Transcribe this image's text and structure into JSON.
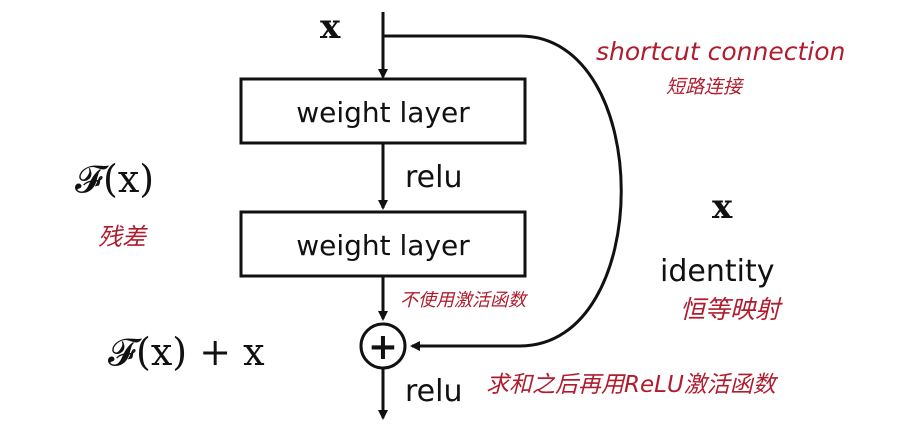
{
  "colors": {
    "ink": "#111111",
    "annotation": "#b01c2e",
    "background": "#ffffff"
  },
  "input_label": "x",
  "blocks": {
    "weight_layer_1": "weight layer",
    "weight_layer_2": "weight layer"
  },
  "activations": {
    "relu_middle": "relu",
    "relu_output": "relu"
  },
  "residual": {
    "formula": "𝓕(x)",
    "note": "残差"
  },
  "sum": {
    "formula": "𝓕(x) + x",
    "symbol": "+"
  },
  "shortcut": {
    "label_en": "shortcut connection",
    "label_zh": "短路连接",
    "x_label": "x",
    "identity_label": "identity",
    "identity_zh": "恒等映射"
  },
  "notes": {
    "no_activation": "不使用激活函数",
    "sum_then_relu": "求和之后再用ReLU激活函数"
  }
}
